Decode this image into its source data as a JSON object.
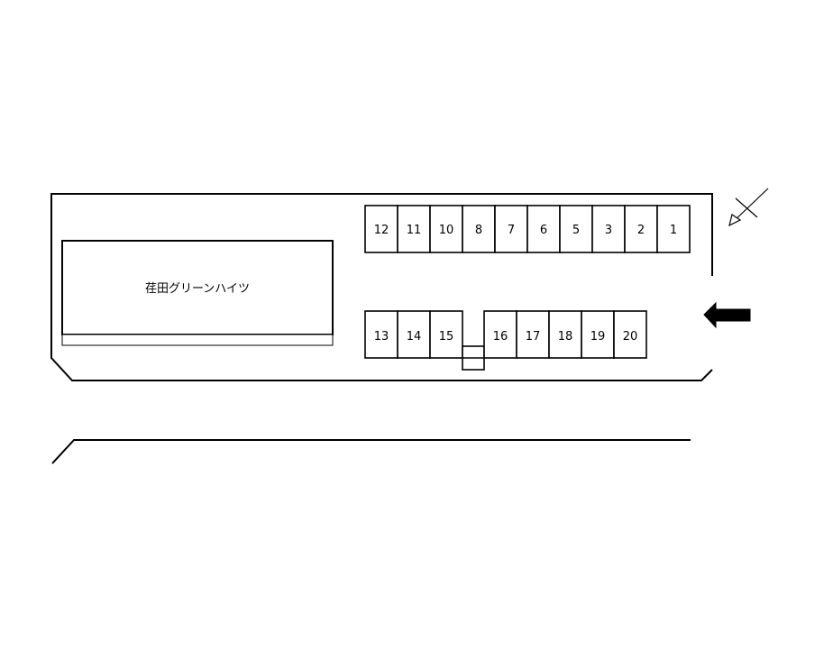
{
  "building": {
    "name": "荏田グリーンハイツ"
  },
  "parking": {
    "top_row": [
      "12",
      "11",
      "10",
      "8",
      "7",
      "6",
      "5",
      "3",
      "2",
      "1"
    ],
    "bottom_row_left": [
      "13",
      "14",
      "15"
    ],
    "bottom_row_right": [
      "16",
      "17",
      "18",
      "19",
      "20"
    ]
  },
  "icons": {
    "north": "north-arrow-icon",
    "entrance": "entrance-arrow-icon"
  },
  "colors": {
    "line": "#000000",
    "background": "#ffffff"
  }
}
